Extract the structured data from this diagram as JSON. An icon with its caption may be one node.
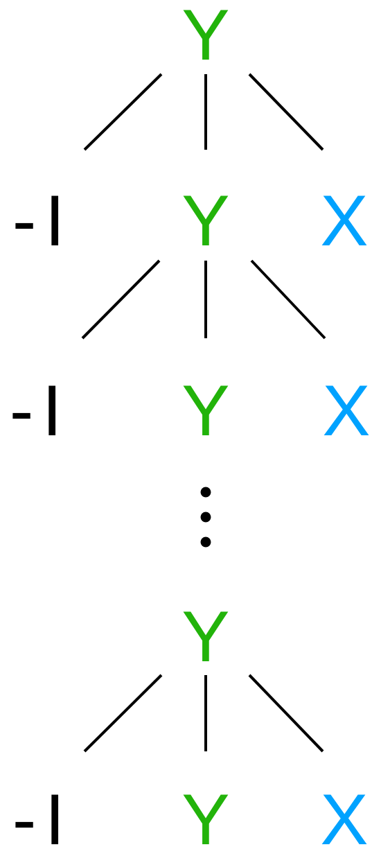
{
  "diagram": {
    "nodes": [
      {
        "text": [
          "Y"
        ]
      },
      {
        "text": [
          "-I"
        ]
      },
      {
        "text": [
          "Y"
        ]
      },
      {
        "text": [
          "X"
        ]
      },
      {
        "text": [
          "-I"
        ]
      },
      {
        "text": [
          "Y"
        ]
      },
      {
        "text": [
          "X"
        ]
      },
      {
        "text": [
          "Y"
        ]
      },
      {
        "text": [
          "-I"
        ]
      },
      {
        "text": [
          "Y"
        ]
      },
      {
        "text": [
          "X"
        ]
      }
    ],
    "edges": [
      {
        "from": 0,
        "to": 1,
        "arrow": "none"
      },
      {
        "from": 0,
        "to": 2,
        "arrow": "none"
      },
      {
        "from": 0,
        "to": 3,
        "arrow": "none"
      },
      {
        "from": 2,
        "to": 4,
        "arrow": "none"
      },
      {
        "from": 2,
        "to": 5,
        "arrow": "none"
      },
      {
        "from": 2,
        "to": 6,
        "arrow": "none"
      },
      {
        "from": 7,
        "to": 8,
        "arrow": "none"
      },
      {
        "from": 7,
        "to": 9,
        "arrow": "none"
      },
      {
        "from": 7,
        "to": 10,
        "arrow": "none"
      }
    ]
  }
}
